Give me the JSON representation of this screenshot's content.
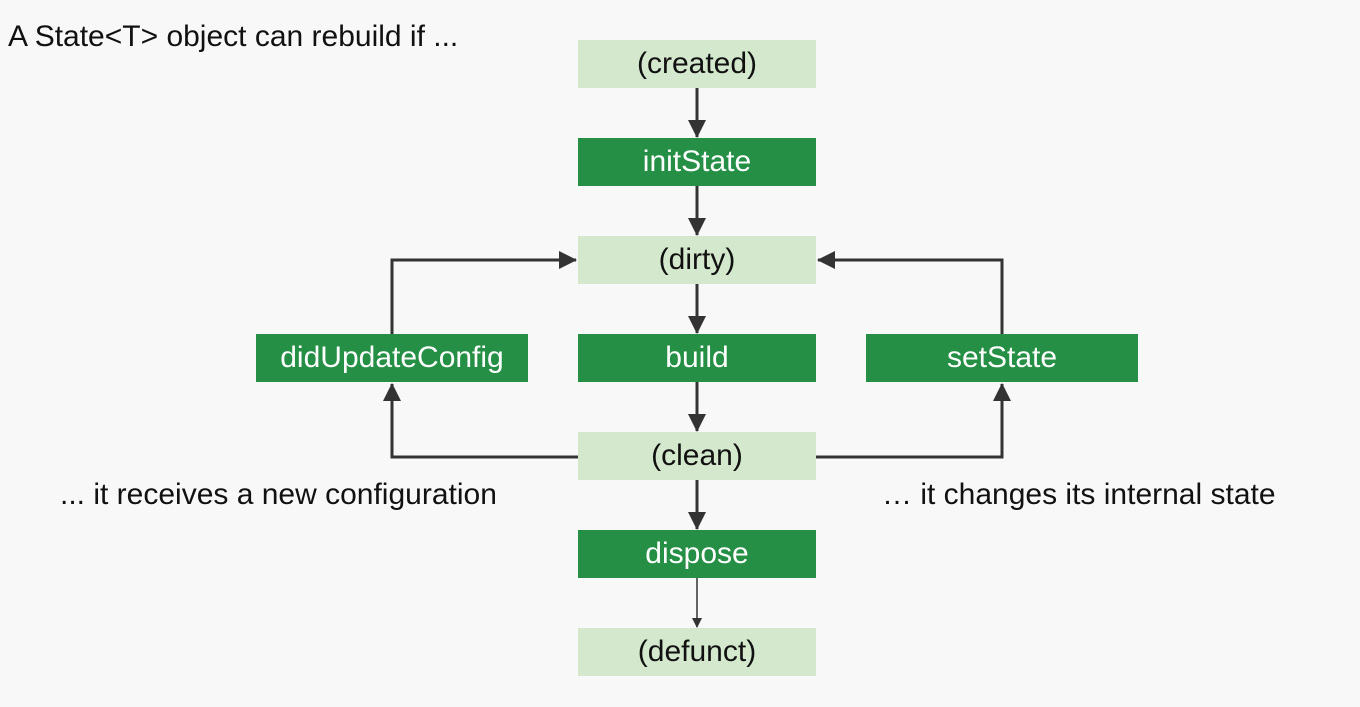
{
  "title": "A State<T> object can rebuild if ...",
  "left_caption": "... it receives a new configuration",
  "right_caption": "… it changes its internal state",
  "colors": {
    "state_fill": "#d3e8cc",
    "method_fill": "#248f45",
    "method_text": "#ffffff",
    "arrow": "#333333",
    "background": "#f8f8f8"
  },
  "nodes": {
    "created": "(created)",
    "initState": "initState",
    "dirty": "(dirty)",
    "didUpdateConfig": "didUpdateConfig",
    "build": "build",
    "setState": "setState",
    "clean": "(clean)",
    "dispose": "dispose",
    "defunct": "(defunct)"
  },
  "edges": [
    {
      "from": "created",
      "to": "initState"
    },
    {
      "from": "initState",
      "to": "dirty"
    },
    {
      "from": "dirty",
      "to": "build"
    },
    {
      "from": "build",
      "to": "clean"
    },
    {
      "from": "clean",
      "to": "dispose"
    },
    {
      "from": "dispose",
      "to": "defunct"
    },
    {
      "from": "clean",
      "to": "didUpdateConfig"
    },
    {
      "from": "didUpdateConfig",
      "to": "dirty"
    },
    {
      "from": "clean",
      "to": "setState"
    },
    {
      "from": "setState",
      "to": "dirty"
    }
  ]
}
